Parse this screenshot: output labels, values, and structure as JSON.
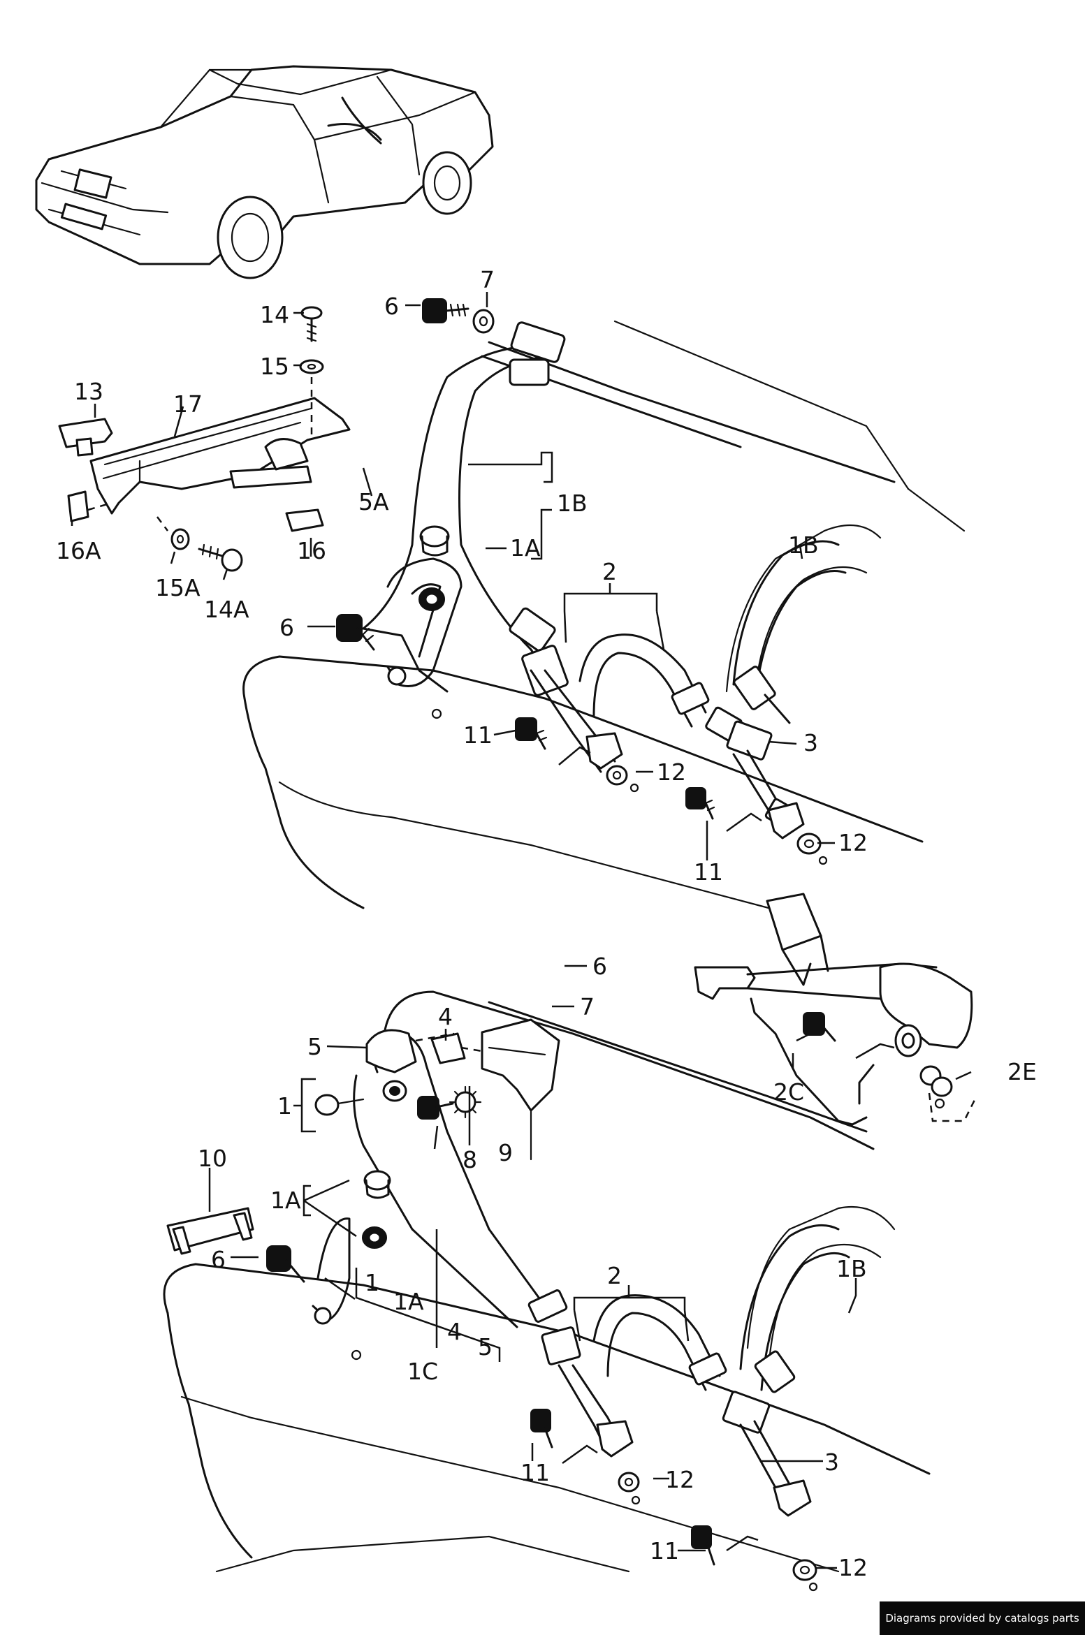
{
  "credit": "Diagrams provided by catalogs parts",
  "labels": {
    "l14": "14",
    "l7": "7",
    "l6a": "6",
    "l15": "15",
    "l13": "13",
    "l17": "17",
    "l5A": "5A",
    "l1Ba": "1B",
    "l1Aa": "1A",
    "l16A": "16A",
    "l16": "16",
    "l15A": "15A",
    "l14A": "14A",
    "l6b": "6",
    "l2a": "2",
    "l1Bb": "1B",
    "l11a": "11",
    "l3a": "3",
    "l12a": "12",
    "l11b": "11",
    "l12b": "12",
    "l6c": "6",
    "l4a": "4",
    "l7b": "7",
    "l5a": "5",
    "l1": "1",
    "l8": "8",
    "l9": "9",
    "l2E": "2E",
    "l2C": "2C",
    "l10": "10",
    "l1Ac": "1A",
    "l6d": "6",
    "l1b": "1",
    "l1Ad": "1A",
    "l4b": "4",
    "l5b": "5",
    "l1C": "1C",
    "l2b": "2",
    "l1Bc": "1B",
    "l11c": "11",
    "l12c": "12",
    "l3b": "3",
    "l11d": "11",
    "l12d": "12"
  }
}
